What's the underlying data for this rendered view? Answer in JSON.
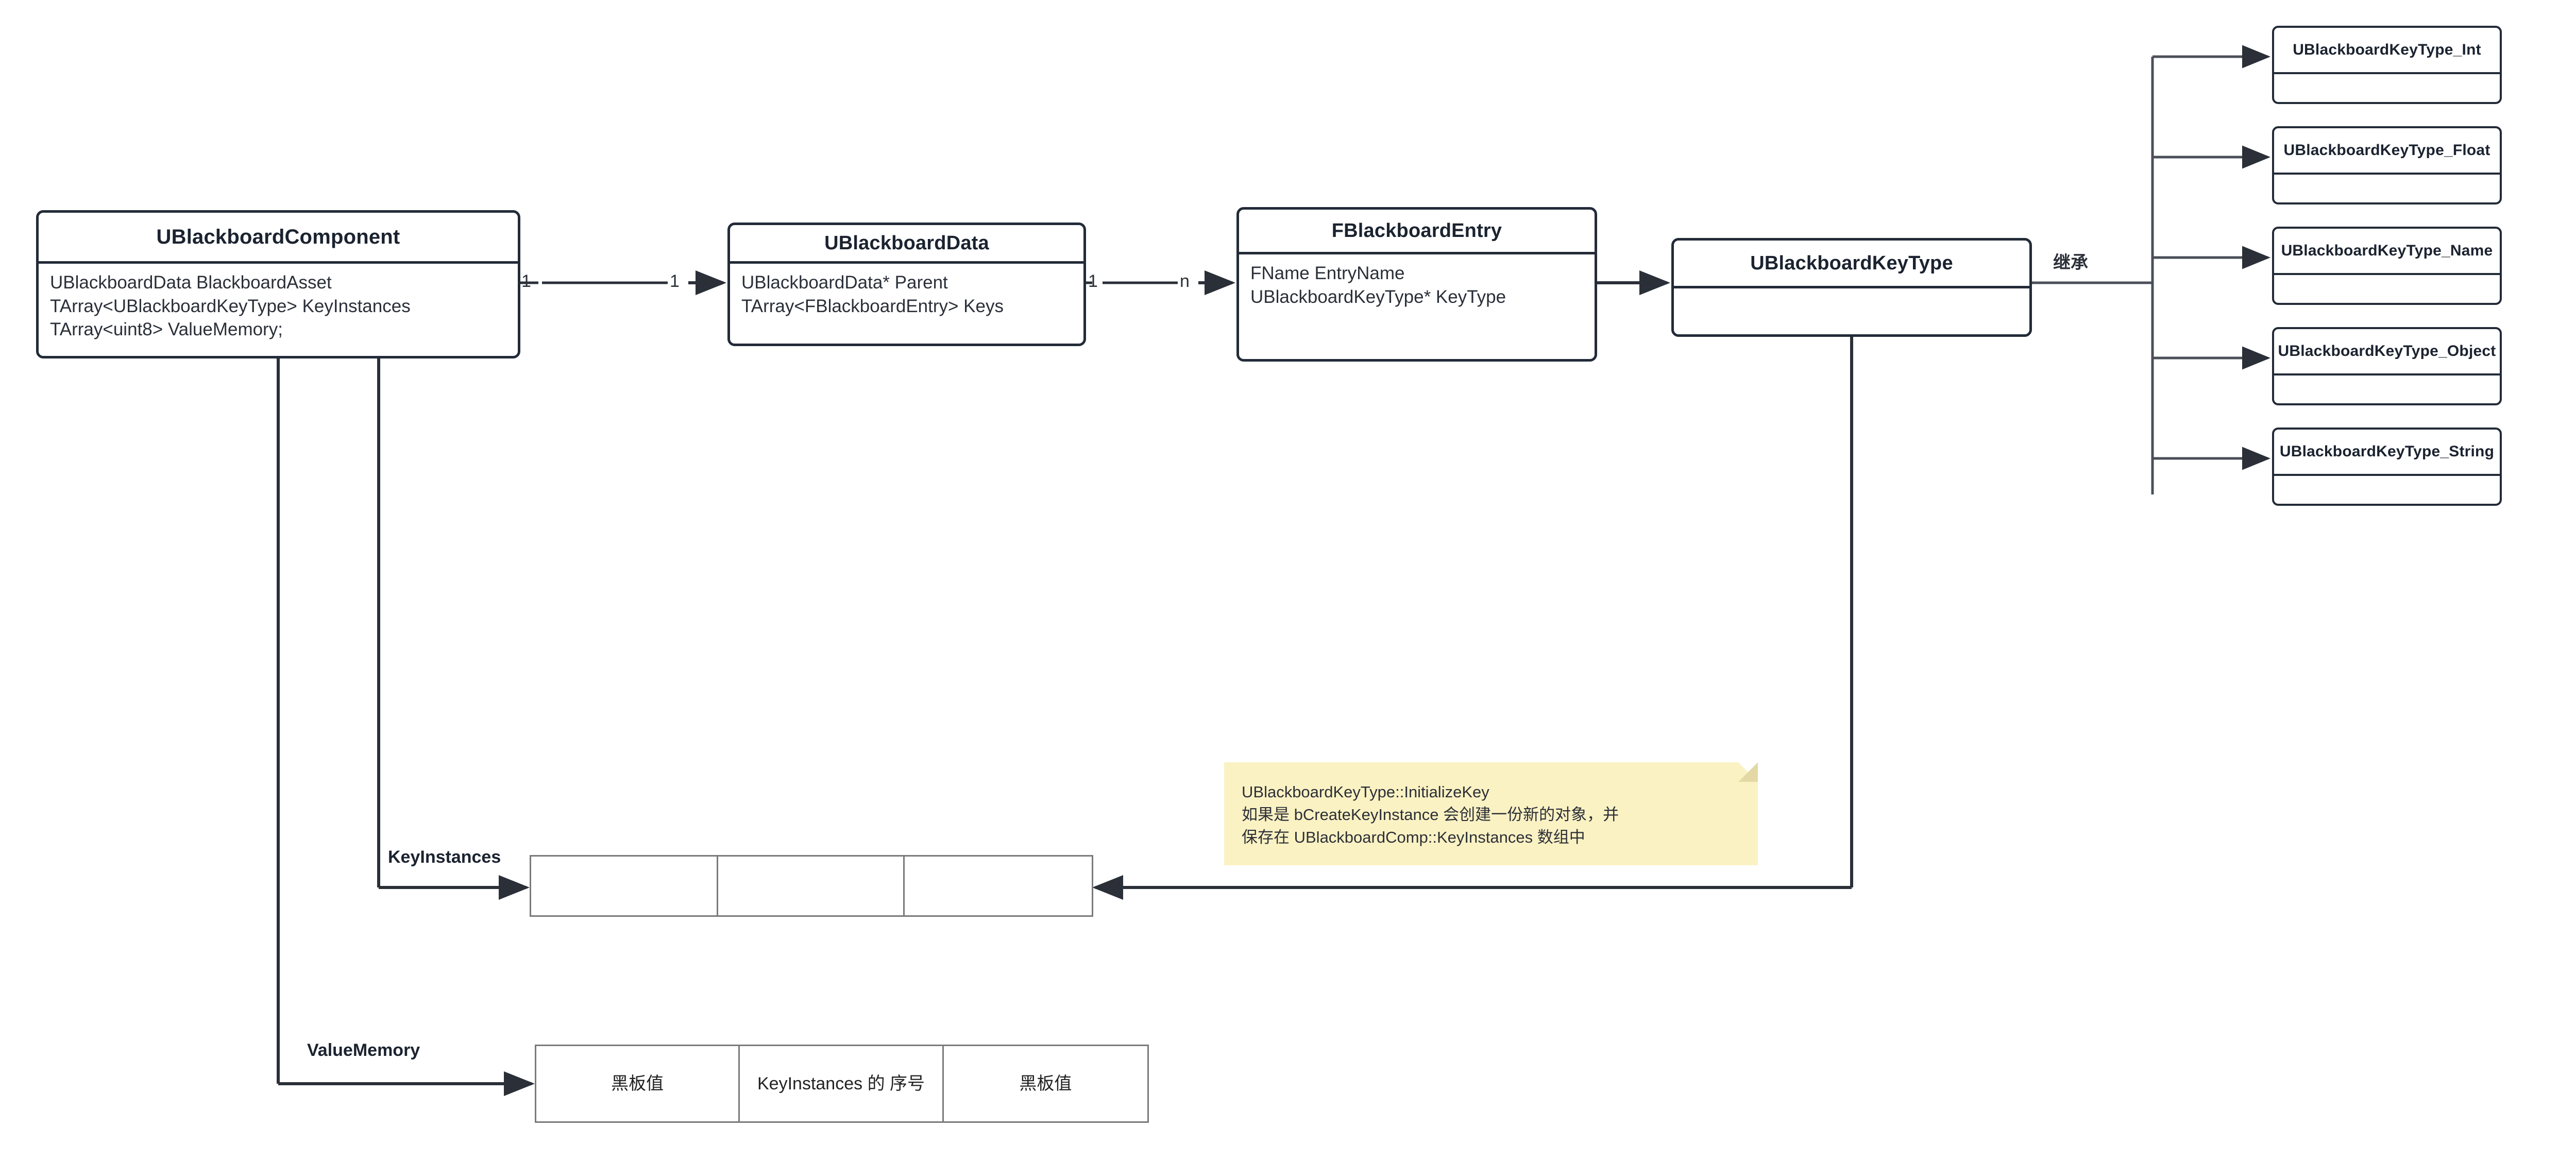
{
  "diagram": {
    "type": "uml-class-diagram",
    "background": "#ffffff",
    "accent_border": "#232b38",
    "note_color": "#fbf2c4",
    "table_border": "#7a7a7a"
  },
  "classes": [
    {
      "name": "UBlackboardComponent",
      "attributes": [
        "UBlackboardData BlackboardAsset",
        "TArray<UBlackboardKeyType> KeyInstances",
        "TArray<uint8> ValueMemory;"
      ]
    },
    {
      "name": "UBlackboardData",
      "attributes": [
        "UBlackboardData* Parent",
        "TArray<FBlackboardEntry> Keys"
      ]
    },
    {
      "name": "FBlackboardEntry",
      "attributes": [
        "FName EntryName",
        "UBlackboardKeyType* KeyType"
      ]
    },
    {
      "name": "UBlackboardKeyType",
      "attributes": []
    }
  ],
  "subclasses": [
    {
      "name": "UBlackboardKeyType_Int"
    },
    {
      "name": "UBlackboardKeyType_Float"
    },
    {
      "name": "UBlackboardKeyType_Name"
    },
    {
      "name": "UBlackboardKeyType_Object"
    },
    {
      "name": "UBlackboardKeyType_String"
    }
  ],
  "edges": {
    "component_to_data_source": "1",
    "component_to_data_target": "1",
    "data_to_entry_source": "1",
    "data_to_entry_target": "n",
    "inheritance_label": "继承"
  },
  "arrays": {
    "key_instances": {
      "label": "KeyInstances",
      "cells": [
        "",
        "",
        ""
      ]
    },
    "value_memory": {
      "label": "ValueMemory",
      "cells": [
        "黑板值",
        "KeyInstances 的\n序号",
        "黑板值"
      ]
    }
  },
  "note": {
    "text": "UBlackboardKeyType::InitializeKey\n如果是 bCreateKeyInstance 会创建一份新的对象，并\n保存在 UBlackboardComp::KeyInstances 数组中"
  }
}
